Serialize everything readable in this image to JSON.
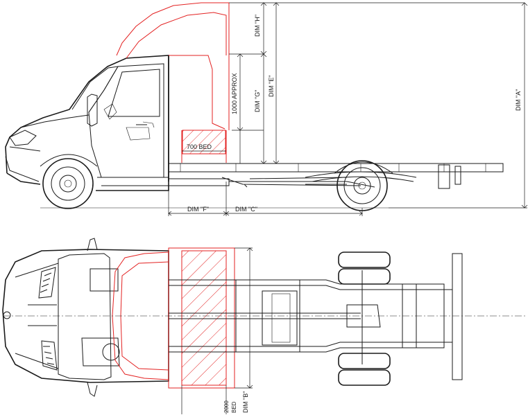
{
  "labels": {
    "dim_h": "DIM \"H\"",
    "dim_g": "DIM \"G\"",
    "dim_e": "DIM \"E\"",
    "dim_a": "DIM \"A\"",
    "dim_f": "DIM \"F\"",
    "dim_c": "DIM \"C\"",
    "dim_b": "DIM \"B\"",
    "approx_1000": "1000 APPROX",
    "bed_700": "700 BED",
    "bed_2000_value": "2000",
    "bed_2000_unit": "BED"
  },
  "colors": {
    "line": "#1a1a1a",
    "accent_red": "#e32222",
    "background": "#ffffff"
  }
}
